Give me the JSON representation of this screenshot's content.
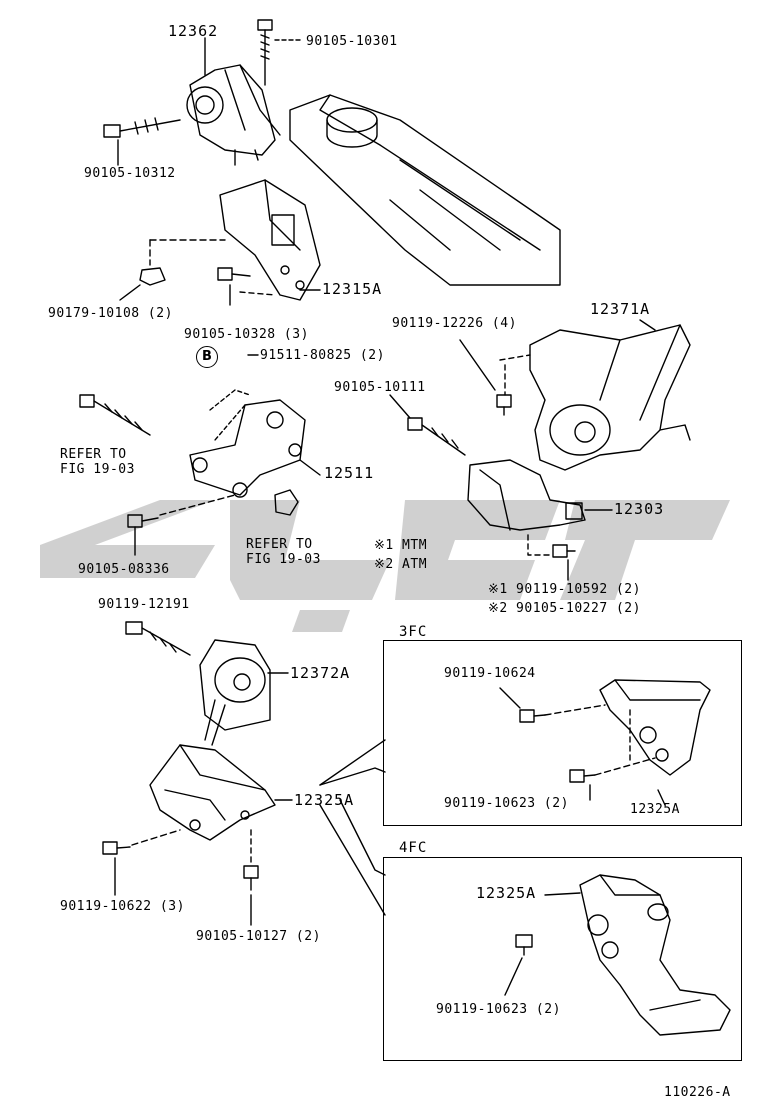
{
  "labels": {
    "l12362": "12362",
    "l90105_10301": "90105-10301",
    "l90105_10312": "90105-10312",
    "l90179_10108": "90179-10108 (2)",
    "l90105_10328": "90105-10328 (3)",
    "l12315A": "12315A",
    "l91511_80825": "91511-80825 (2)",
    "lrefer1": "REFER TO",
    "lfig1": "FIG 19-03",
    "l12511": "12511",
    "l90105_08336": "90105-08336",
    "lrefer2": "REFER TO",
    "lfig2": "FIG 19-03",
    "l90119_12226": "90119-12226 (4)",
    "l12371A": "12371A",
    "l90105_10111": "90105-10111",
    "l12303": "12303",
    "lnote1": "※1  MTM",
    "lnote2": "※2  ATM",
    "l90119_10592": "※1 90119-10592 (2)",
    "l90105_10227": "※2 90105-10227 (2)",
    "l90119_12191": "90119-12191",
    "l12372A": "12372A",
    "l12325A_main": "12325A",
    "l90119_10622": "90119-10622 (3)",
    "l90105_10127": "90105-10127 (2)",
    "l3fc_bolt1": "90119-10624",
    "l3fc_bolt2": "90119-10623 (2)",
    "l3fc_part": "12325A",
    "l4fc_part": "12325A",
    "l4fc_bolt": "90119-10623 (2)",
    "lfignum": "110226-A"
  },
  "badge_b": "B",
  "box_3fc_title": "3FC",
  "box_4fc_title": "4FC",
  "watermark_logo": "stylized grey watermark logo"
}
